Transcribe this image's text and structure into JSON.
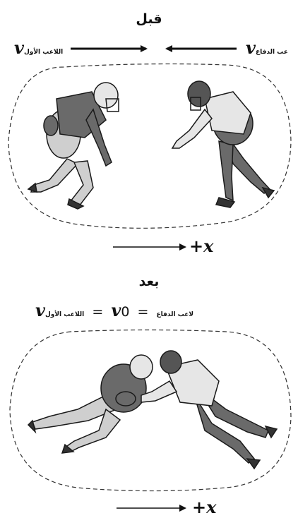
{
  "before": {
    "title": "قبل",
    "left_velocity": {
      "symbol": "v",
      "subscript": "اللاعب الأول"
    },
    "right_velocity": {
      "symbol": "v",
      "subscript": "عب الدفاع"
    },
    "axis_label": "+x"
  },
  "after": {
    "title": "بعد",
    "equation": {
      "v1_symbol": "v",
      "v1_subscript": "اللاعب الأول",
      "equals1": "=",
      "v2_symbol": "v",
      "v2_subscript": "لاعب الدفاع",
      "equals2": "=",
      "value": "0"
    },
    "axis_label": "+x"
  },
  "colors": {
    "jersey_dark": "#6a6a6a",
    "pants_light": "#cfcfcf",
    "outline": "#1a1a1a",
    "helmet": "#e6e6e6"
  }
}
